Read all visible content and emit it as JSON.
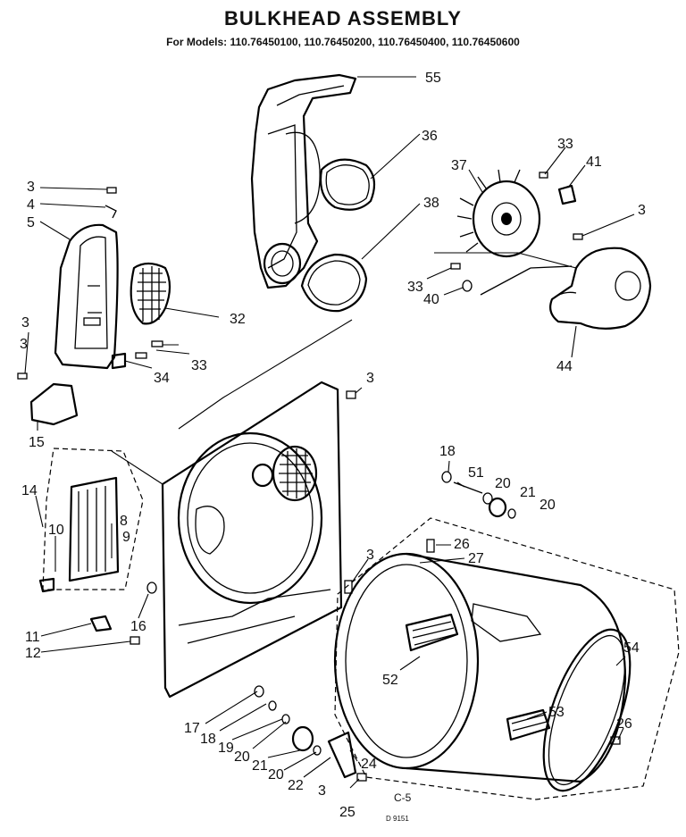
{
  "header": {
    "title": "BULKHEAD ASSEMBLY",
    "subtitle": "For Models: 110.76450100, 110.76450200, 110.76450400, 110.76450600"
  },
  "footer": {
    "sheet": "C-5",
    "code": "D 9151"
  },
  "callouts": [
    {
      "id": "c55",
      "label": "55"
    },
    {
      "id": "c36",
      "label": "36"
    },
    {
      "id": "c33a",
      "label": "33"
    },
    {
      "id": "c41",
      "label": "41"
    },
    {
      "id": "c37",
      "label": "37"
    },
    {
      "id": "c38",
      "label": "38"
    },
    {
      "id": "c3a",
      "label": "3"
    },
    {
      "id": "c33b",
      "label": "33"
    },
    {
      "id": "c40",
      "label": "40"
    },
    {
      "id": "c44",
      "label": "44"
    },
    {
      "id": "c3b",
      "label": "3"
    },
    {
      "id": "c4",
      "label": "4"
    },
    {
      "id": "c5",
      "label": "5"
    },
    {
      "id": "c32",
      "label": "32"
    },
    {
      "id": "c3c",
      "label": "3"
    },
    {
      "id": "c33c",
      "label": "33"
    },
    {
      "id": "c34",
      "label": "34"
    },
    {
      "id": "c3d",
      "label": "3"
    },
    {
      "id": "c15",
      "label": "15"
    },
    {
      "id": "c14",
      "label": "14"
    },
    {
      "id": "c10",
      "label": "10"
    },
    {
      "id": "c8",
      "label": "8"
    },
    {
      "id": "c9",
      "label": "9"
    },
    {
      "id": "c11",
      "label": "11"
    },
    {
      "id": "c12",
      "label": "12"
    },
    {
      "id": "c16",
      "label": "16"
    },
    {
      "id": "c18a",
      "label": "18"
    },
    {
      "id": "c51",
      "label": "51"
    },
    {
      "id": "c20a",
      "label": "20"
    },
    {
      "id": "c21a",
      "label": "21"
    },
    {
      "id": "c20b",
      "label": "20"
    },
    {
      "id": "c3e",
      "label": "3"
    },
    {
      "id": "c26a",
      "label": "26"
    },
    {
      "id": "c27",
      "label": "27"
    },
    {
      "id": "c52",
      "label": "52"
    },
    {
      "id": "c53",
      "label": "53"
    },
    {
      "id": "c54",
      "label": "54"
    },
    {
      "id": "c26b",
      "label": "26"
    },
    {
      "id": "c17",
      "label": "17"
    },
    {
      "id": "c18b",
      "label": "18"
    },
    {
      "id": "c19",
      "label": "19"
    },
    {
      "id": "c20c",
      "label": "20"
    },
    {
      "id": "c21b",
      "label": "21"
    },
    {
      "id": "c20d",
      "label": "20"
    },
    {
      "id": "c22",
      "label": "22"
    },
    {
      "id": "c24",
      "label": "24"
    },
    {
      "id": "c3f",
      "label": "3"
    },
    {
      "id": "c25",
      "label": "25"
    }
  ]
}
